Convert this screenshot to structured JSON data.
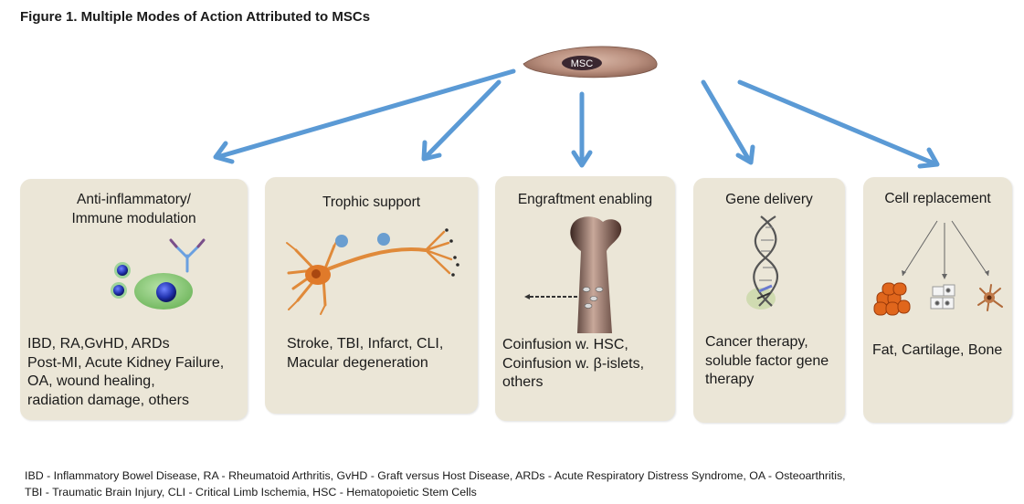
{
  "figure": {
    "title": "Figure 1. Multiple Modes of Action Attributed to MSCs",
    "center_cell_label": "MSC",
    "arrow_color": "#5b9ad5",
    "box_color": "#ebe6d7"
  },
  "boxes": [
    {
      "title": "Anti-inflammatory/\nImmune modulation",
      "description": "IBD, RA,GvHD, ARDs\nPost-MI, Acute Kidney Failure,\nOA, wound healing,\nradiation damage, others",
      "icon": "antibody-cells-icon"
    },
    {
      "title": "Trophic support",
      "description": "Stroke, TBI, Infarct, CLI,\nMacular degeneration",
      "icon": "neuron-icon"
    },
    {
      "title": "Engraftment enabling",
      "description": "Coinfusion w. HSC,\nCoinfusion w. β-islets,\nothers",
      "icon": "bone-injection-icon"
    },
    {
      "title": "Gene delivery",
      "description": "Cancer therapy,\nsoluble factor gene\ntherapy",
      "icon": "dna-helix-icon"
    },
    {
      "title": "Cell replacement",
      "description": "Fat, Cartilage, Bone",
      "icon": "differentiated-cells-icon"
    }
  ],
  "footnote": "IBD - Inflammatory Bowel Disease, RA - Rheumatoid Arthritis, GvHD - Graft versus Host Disease, ARDs - Acute Respiratory Distress Syndrome, OA - Osteoarthritis,\nTBI - Traumatic Brain Injury, CLI - Critical Limb Ischemia, HSC - Hematopoietic Stem Cells"
}
